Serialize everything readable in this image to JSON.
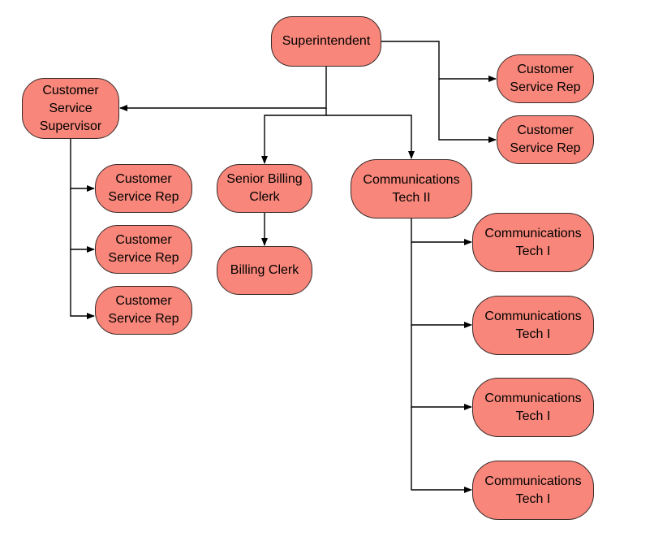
{
  "colors": {
    "node_fill": "#f8867a",
    "node_border": "#3a2a28",
    "connector": "#000000"
  },
  "nodes": {
    "superintendent": "Superintendent",
    "customer_service_supervisor": "Customer\nService\nSupervisor",
    "csr_right_1": "Customer\nService Rep",
    "csr_right_2": "Customer\nService Rep",
    "csr_left_1": "Customer\nService Rep",
    "csr_left_2": "Customer\nService Rep",
    "csr_left_3": "Customer\nService Rep",
    "senior_billing_clerk": "Senior Billing\nClerk",
    "billing_clerk": "Billing Clerk",
    "communications_tech_ii": "Communications\nTech II",
    "communications_tech_i_1": "Communications\nTech I",
    "communications_tech_i_2": "Communications\nTech I",
    "communications_tech_i_3": "Communications\nTech I",
    "communications_tech_i_4": "Communications\nTech I"
  },
  "reports_to": [
    {
      "from": "superintendent",
      "to": "customer_service_supervisor"
    },
    {
      "from": "superintendent",
      "to": "senior_billing_clerk"
    },
    {
      "from": "superintendent",
      "to": "communications_tech_ii"
    },
    {
      "from": "superintendent",
      "to": "csr_right_1"
    },
    {
      "from": "superintendent",
      "to": "csr_right_2"
    },
    {
      "from": "customer_service_supervisor",
      "to": "csr_left_1"
    },
    {
      "from": "customer_service_supervisor",
      "to": "csr_left_2"
    },
    {
      "from": "customer_service_supervisor",
      "to": "csr_left_3"
    },
    {
      "from": "senior_billing_clerk",
      "to": "billing_clerk"
    },
    {
      "from": "communications_tech_ii",
      "to": "communications_tech_i_1"
    },
    {
      "from": "communications_tech_ii",
      "to": "communications_tech_i_2"
    },
    {
      "from": "communications_tech_ii",
      "to": "communications_tech_i_3"
    },
    {
      "from": "communications_tech_ii",
      "to": "communications_tech_i_4"
    }
  ]
}
